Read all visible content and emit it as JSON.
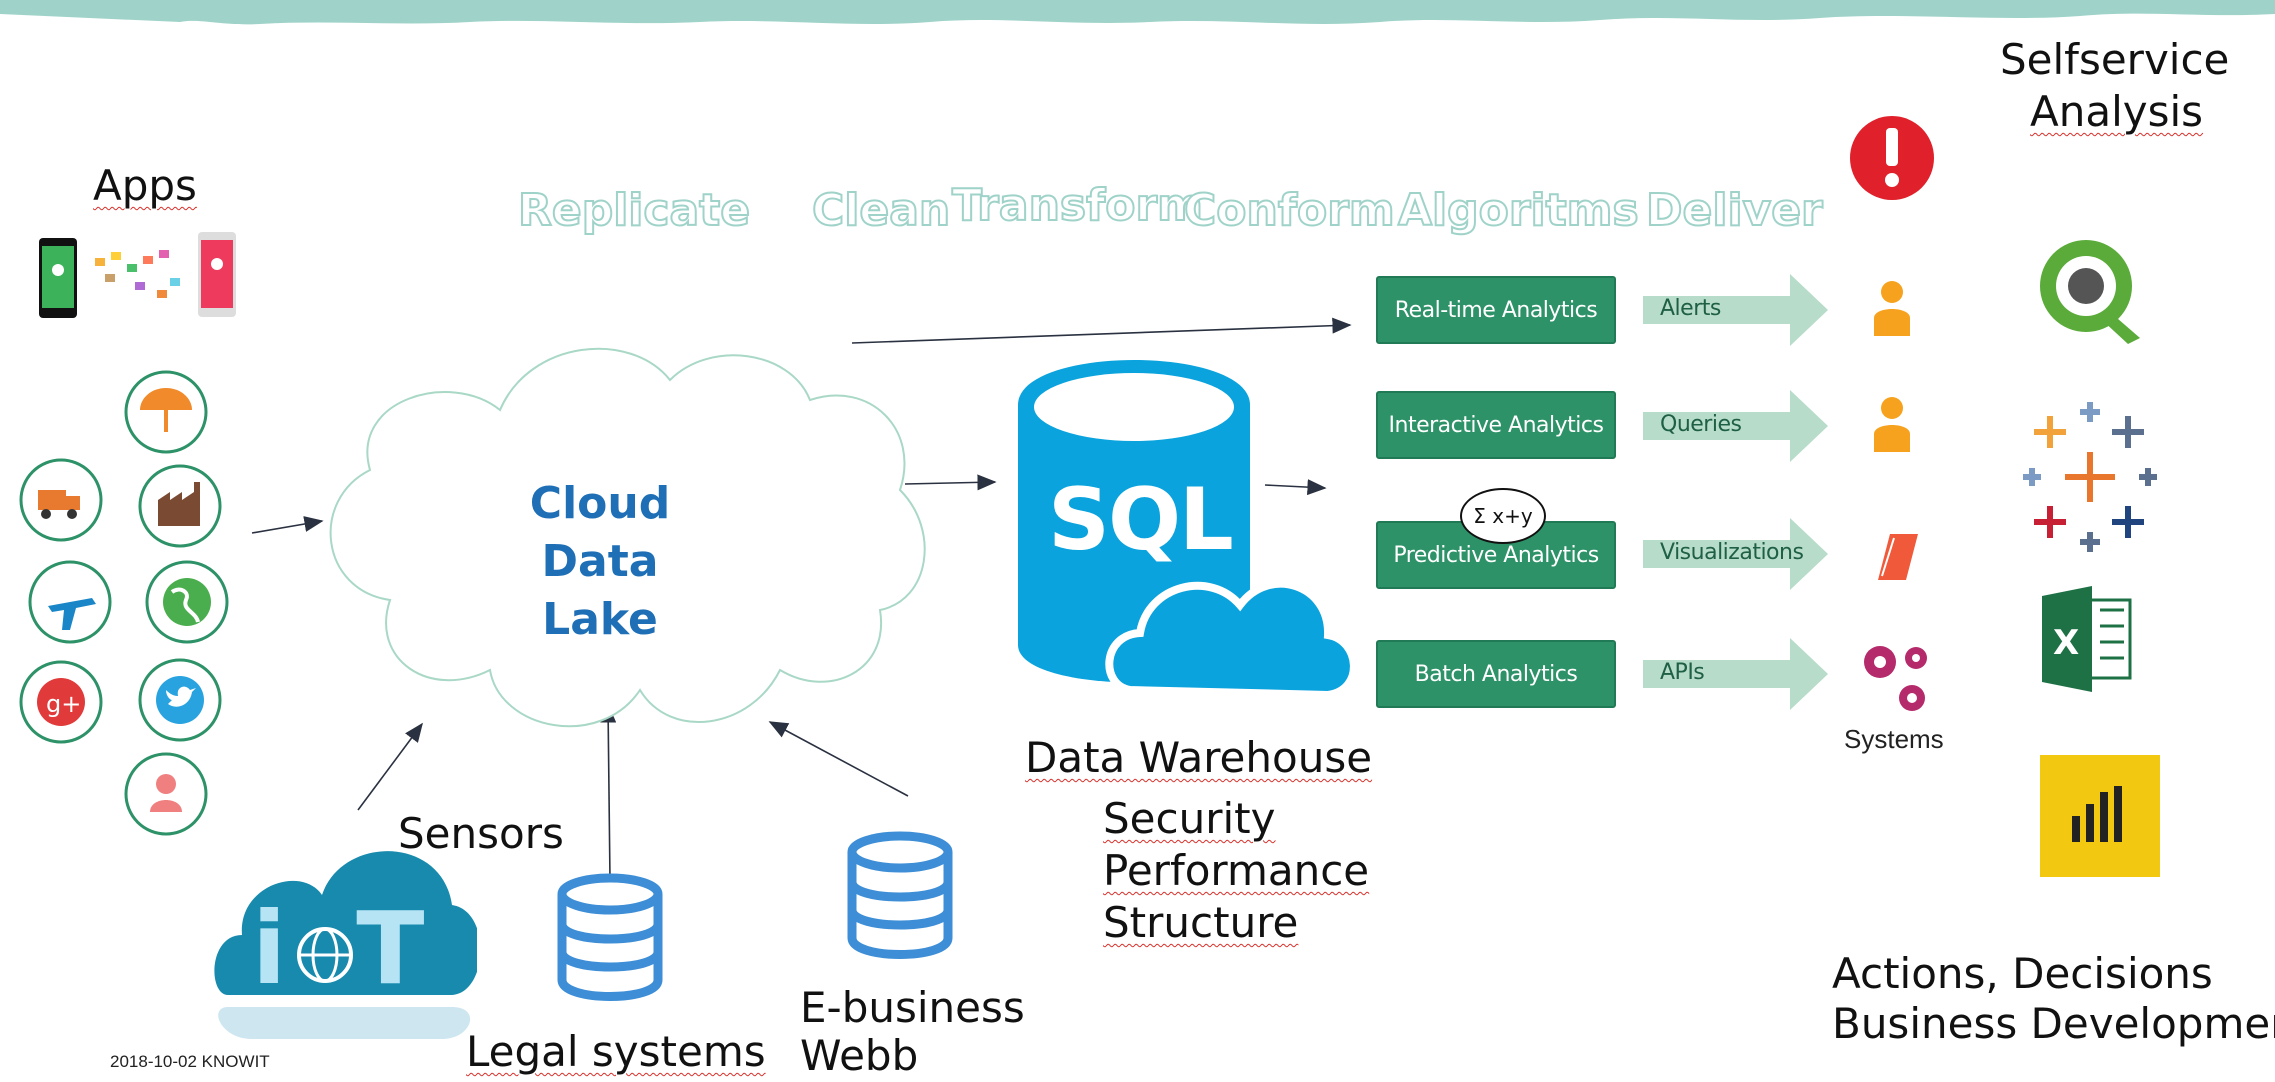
{
  "header": {
    "apps": "Apps",
    "selfservice_line1": "Selfservice",
    "selfservice_line2": "Analysis"
  },
  "process_steps": [
    "Replicate",
    "Clean",
    "Transform",
    "Conform",
    "Algoritms",
    "Deliver"
  ],
  "cloud": {
    "line1": "Cloud Data",
    "line2": "Lake"
  },
  "sql": {
    "label": "SQL"
  },
  "warehouse": {
    "title": "Data Warehouse",
    "items": [
      "Security",
      "Performance",
      "Structure"
    ]
  },
  "analytics": [
    "Real-time Analytics",
    "Interactive Analytics",
    "Predictive Analytics",
    "Batch Analytics"
  ],
  "formula": "Σ x+y",
  "outputs": [
    "Alerts",
    "Queries",
    "Visualizations",
    "APIs"
  ],
  "systems_label": "Systems",
  "sources": {
    "sensors": "Sensors",
    "legal": "Legal systems",
    "ebusiness_line1": "E-business",
    "ebusiness_line2": "Webb"
  },
  "iot_text": "iT",
  "footer": {
    "date": "2018-10-02 KNOWIT",
    "actions_line1": "Actions, Decisions",
    "actions_line2": "Business Development"
  },
  "colors": {
    "teal_band": "#9fd3c9",
    "green_box": "#2e9268",
    "sql_blue": "#0aa3dd",
    "cloud_text": "#1e6fb5",
    "db_blue": "#3d8ed6"
  }
}
